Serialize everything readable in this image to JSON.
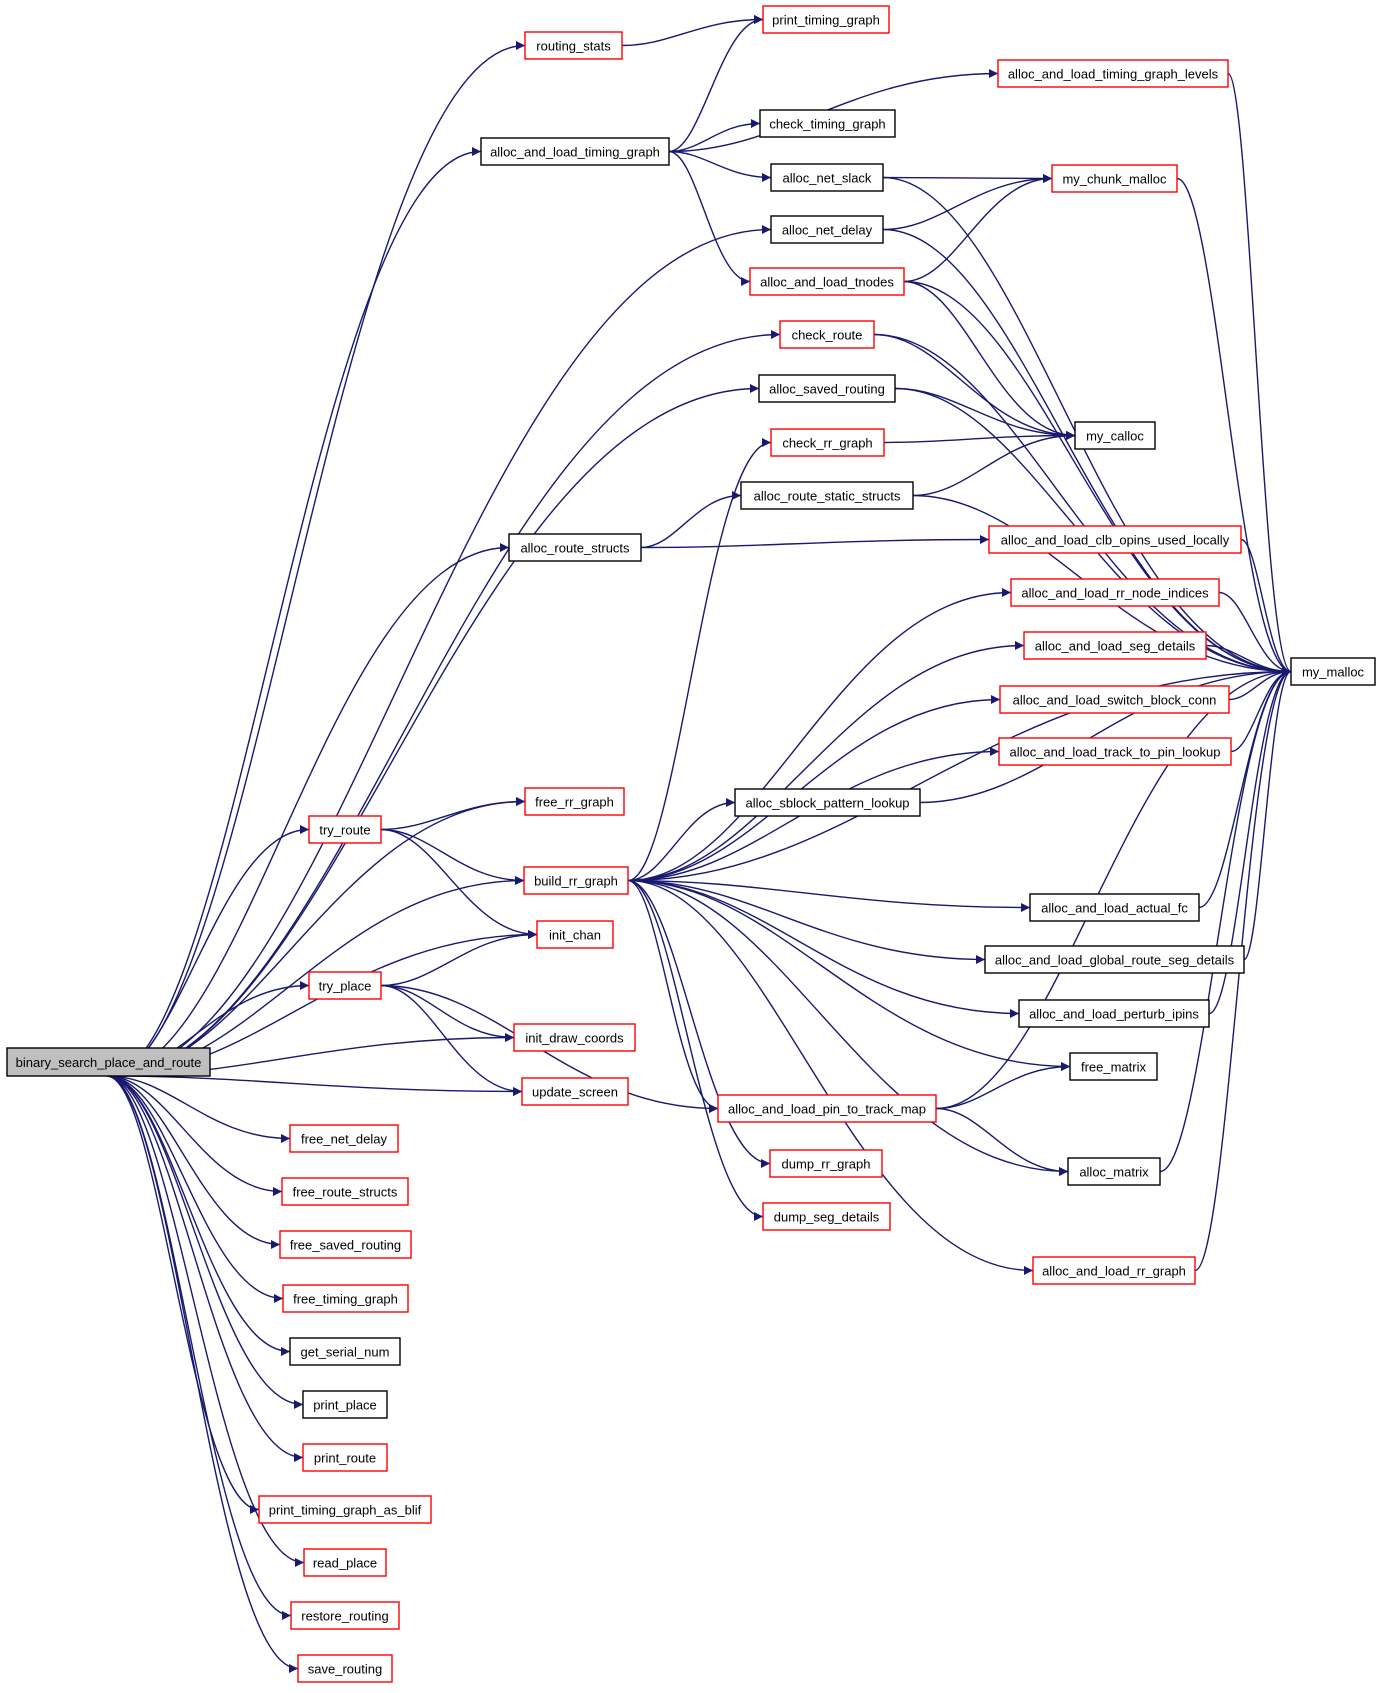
{
  "colors": {
    "edge": "#191970",
    "root_fill": "#bfbfbf",
    "border_documented": "#000000",
    "border_undocumented": "#ff0000",
    "node_fill": "#ffffff"
  },
  "nodes": {
    "binary_search_place_and_route": {
      "label": "binary_search_place_and_route",
      "border": "black",
      "root": true
    },
    "routing_stats": {
      "label": "routing_stats",
      "border": "red"
    },
    "print_timing_graph": {
      "label": "print_timing_graph",
      "border": "red"
    },
    "alloc_and_load_timing_graph": {
      "label": "alloc_and_load_timing_graph",
      "border": "black"
    },
    "alloc_and_load_timing_graph_levels": {
      "label": "alloc_and_load_timing_graph_levels",
      "border": "red"
    },
    "check_timing_graph": {
      "label": "check_timing_graph",
      "border": "black"
    },
    "alloc_net_slack": {
      "label": "alloc_net_slack",
      "border": "black"
    },
    "my_chunk_malloc": {
      "label": "my_chunk_malloc",
      "border": "red"
    },
    "alloc_net_delay": {
      "label": "alloc_net_delay",
      "border": "black"
    },
    "alloc_and_load_tnodes": {
      "label": "alloc_and_load_tnodes",
      "border": "red"
    },
    "check_route": {
      "label": "check_route",
      "border": "red"
    },
    "alloc_saved_routing": {
      "label": "alloc_saved_routing",
      "border": "black"
    },
    "my_calloc": {
      "label": "my_calloc",
      "border": "black"
    },
    "check_rr_graph": {
      "label": "check_rr_graph",
      "border": "red"
    },
    "alloc_route_static_structs": {
      "label": "alloc_route_static_structs",
      "border": "black"
    },
    "alloc_route_structs": {
      "label": "alloc_route_structs",
      "border": "black"
    },
    "alloc_and_load_clb_opins_used_locally": {
      "label": "alloc_and_load_clb_opins_used_locally",
      "border": "red"
    },
    "alloc_and_load_rr_node_indices": {
      "label": "alloc_and_load_rr_node_indices",
      "border": "red"
    },
    "alloc_and_load_seg_details": {
      "label": "alloc_and_load_seg_details",
      "border": "red"
    },
    "my_malloc": {
      "label": "my_malloc",
      "border": "black"
    },
    "alloc_and_load_switch_block_conn": {
      "label": "alloc_and_load_switch_block_conn",
      "border": "red"
    },
    "alloc_and_load_track_to_pin_lookup": {
      "label": "alloc_and_load_track_to_pin_lookup",
      "border": "red"
    },
    "alloc_sblock_pattern_lookup": {
      "label": "alloc_sblock_pattern_lookup",
      "border": "black"
    },
    "free_rr_graph": {
      "label": "free_rr_graph",
      "border": "red"
    },
    "try_route": {
      "label": "try_route",
      "border": "red"
    },
    "build_rr_graph": {
      "label": "build_rr_graph",
      "border": "red"
    },
    "init_chan": {
      "label": "init_chan",
      "border": "red"
    },
    "alloc_and_load_actual_fc": {
      "label": "alloc_and_load_actual_fc",
      "border": "black"
    },
    "alloc_and_load_global_route_seg_details": {
      "label": "alloc_and_load_global_route_seg_details",
      "border": "black"
    },
    "try_place": {
      "label": "try_place",
      "border": "red"
    },
    "alloc_and_load_perturb_ipins": {
      "label": "alloc_and_load_perturb_ipins",
      "border": "black"
    },
    "init_draw_coords": {
      "label": "init_draw_coords",
      "border": "red"
    },
    "update_screen": {
      "label": "update_screen",
      "border": "red"
    },
    "free_matrix": {
      "label": "free_matrix",
      "border": "black"
    },
    "alloc_and_load_pin_to_track_map": {
      "label": "alloc_and_load_pin_to_track_map",
      "border": "red"
    },
    "free_net_delay": {
      "label": "free_net_delay",
      "border": "red"
    },
    "dump_rr_graph": {
      "label": "dump_rr_graph",
      "border": "red"
    },
    "alloc_matrix": {
      "label": "alloc_matrix",
      "border": "black"
    },
    "free_route_structs": {
      "label": "free_route_structs",
      "border": "red"
    },
    "dump_seg_details": {
      "label": "dump_seg_details",
      "border": "red"
    },
    "free_saved_routing": {
      "label": "free_saved_routing",
      "border": "red"
    },
    "alloc_and_load_rr_graph": {
      "label": "alloc_and_load_rr_graph",
      "border": "red"
    },
    "free_timing_graph": {
      "label": "free_timing_graph",
      "border": "red"
    },
    "get_serial_num": {
      "label": "get_serial_num",
      "border": "black"
    },
    "print_place": {
      "label": "print_place",
      "border": "black"
    },
    "print_route": {
      "label": "print_route",
      "border": "red"
    },
    "print_timing_graph_as_blif": {
      "label": "print_timing_graph_as_blif",
      "border": "red"
    },
    "read_place": {
      "label": "read_place",
      "border": "red"
    },
    "restore_routing": {
      "label": "restore_routing",
      "border": "red"
    },
    "save_routing": {
      "label": "save_routing",
      "border": "red"
    }
  },
  "edges": [
    [
      "binary_search_place_and_route",
      "routing_stats"
    ],
    [
      "binary_search_place_and_route",
      "alloc_and_load_timing_graph"
    ],
    [
      "binary_search_place_and_route",
      "alloc_net_delay"
    ],
    [
      "binary_search_place_and_route",
      "check_route"
    ],
    [
      "binary_search_place_and_route",
      "alloc_saved_routing"
    ],
    [
      "binary_search_place_and_route",
      "alloc_route_structs"
    ],
    [
      "binary_search_place_and_route",
      "free_rr_graph"
    ],
    [
      "binary_search_place_and_route",
      "try_route"
    ],
    [
      "binary_search_place_and_route",
      "build_rr_graph"
    ],
    [
      "binary_search_place_and_route",
      "init_chan"
    ],
    [
      "binary_search_place_and_route",
      "try_place"
    ],
    [
      "binary_search_place_and_route",
      "init_draw_coords"
    ],
    [
      "binary_search_place_and_route",
      "update_screen"
    ],
    [
      "binary_search_place_and_route",
      "free_net_delay"
    ],
    [
      "binary_search_place_and_route",
      "free_route_structs"
    ],
    [
      "binary_search_place_and_route",
      "free_saved_routing"
    ],
    [
      "binary_search_place_and_route",
      "free_timing_graph"
    ],
    [
      "binary_search_place_and_route",
      "get_serial_num"
    ],
    [
      "binary_search_place_and_route",
      "print_place"
    ],
    [
      "binary_search_place_and_route",
      "print_route"
    ],
    [
      "binary_search_place_and_route",
      "print_timing_graph_as_blif"
    ],
    [
      "binary_search_place_and_route",
      "read_place"
    ],
    [
      "binary_search_place_and_route",
      "restore_routing"
    ],
    [
      "binary_search_place_and_route",
      "save_routing"
    ],
    [
      "routing_stats",
      "print_timing_graph"
    ],
    [
      "alloc_and_load_timing_graph",
      "print_timing_graph"
    ],
    [
      "alloc_and_load_timing_graph",
      "alloc_and_load_timing_graph_levels"
    ],
    [
      "alloc_and_load_timing_graph",
      "check_timing_graph"
    ],
    [
      "alloc_and_load_timing_graph",
      "alloc_net_slack"
    ],
    [
      "alloc_and_load_timing_graph",
      "alloc_and_load_tnodes"
    ],
    [
      "alloc_and_load_timing_graph_levels",
      "my_malloc"
    ],
    [
      "alloc_net_slack",
      "my_chunk_malloc"
    ],
    [
      "alloc_net_slack",
      "my_malloc"
    ],
    [
      "my_chunk_malloc",
      "my_malloc"
    ],
    [
      "alloc_net_delay",
      "my_chunk_malloc"
    ],
    [
      "alloc_net_delay",
      "my_malloc"
    ],
    [
      "alloc_and_load_tnodes",
      "my_chunk_malloc"
    ],
    [
      "alloc_and_load_tnodes",
      "my_calloc"
    ],
    [
      "alloc_and_load_tnodes",
      "my_malloc"
    ],
    [
      "check_route",
      "my_calloc"
    ],
    [
      "check_route",
      "my_malloc"
    ],
    [
      "alloc_saved_routing",
      "my_calloc"
    ],
    [
      "alloc_saved_routing",
      "my_malloc"
    ],
    [
      "check_rr_graph",
      "my_calloc"
    ],
    [
      "alloc_route_static_structs",
      "my_calloc"
    ],
    [
      "alloc_route_static_structs",
      "my_malloc"
    ],
    [
      "alloc_route_structs",
      "alloc_route_static_structs"
    ],
    [
      "alloc_route_structs",
      "alloc_and_load_clb_opins_used_locally"
    ],
    [
      "alloc_and_load_clb_opins_used_locally",
      "my_malloc"
    ],
    [
      "alloc_and_load_rr_node_indices",
      "my_malloc"
    ],
    [
      "alloc_and_load_seg_details",
      "my_malloc"
    ],
    [
      "alloc_and_load_switch_block_conn",
      "my_malloc"
    ],
    [
      "alloc_and_load_track_to_pin_lookup",
      "my_malloc"
    ],
    [
      "alloc_sblock_pattern_lookup",
      "my_malloc"
    ],
    [
      "try_route",
      "free_rr_graph"
    ],
    [
      "try_route",
      "build_rr_graph"
    ],
    [
      "try_route",
      "init_chan"
    ],
    [
      "build_rr_graph",
      "check_rr_graph"
    ],
    [
      "build_rr_graph",
      "alloc_and_load_rr_node_indices"
    ],
    [
      "build_rr_graph",
      "alloc_and_load_seg_details"
    ],
    [
      "build_rr_graph",
      "alloc_and_load_switch_block_conn"
    ],
    [
      "build_rr_graph",
      "alloc_and_load_track_to_pin_lookup"
    ],
    [
      "build_rr_graph",
      "alloc_sblock_pattern_lookup"
    ],
    [
      "build_rr_graph",
      "my_malloc"
    ],
    [
      "build_rr_graph",
      "alloc_and_load_actual_fc"
    ],
    [
      "build_rr_graph",
      "alloc_and_load_global_route_seg_details"
    ],
    [
      "build_rr_graph",
      "alloc_and_load_perturb_ipins"
    ],
    [
      "build_rr_graph",
      "free_matrix"
    ],
    [
      "build_rr_graph",
      "alloc_and_load_pin_to_track_map"
    ],
    [
      "build_rr_graph",
      "dump_rr_graph"
    ],
    [
      "build_rr_graph",
      "dump_seg_details"
    ],
    [
      "build_rr_graph",
      "alloc_matrix"
    ],
    [
      "build_rr_graph",
      "alloc_and_load_rr_graph"
    ],
    [
      "alloc_and_load_actual_fc",
      "my_malloc"
    ],
    [
      "alloc_and_load_global_route_seg_details",
      "my_malloc"
    ],
    [
      "alloc_and_load_perturb_ipins",
      "my_malloc"
    ],
    [
      "alloc_and_load_pin_to_track_map",
      "free_matrix"
    ],
    [
      "alloc_and_load_pin_to_track_map",
      "alloc_matrix"
    ],
    [
      "alloc_and_load_pin_to_track_map",
      "my_malloc"
    ],
    [
      "alloc_matrix",
      "my_malloc"
    ],
    [
      "alloc_and_load_rr_graph",
      "my_malloc"
    ],
    [
      "try_place",
      "init_chan"
    ],
    [
      "try_place",
      "init_draw_coords"
    ],
    [
      "try_place",
      "update_screen"
    ],
    [
      "try_place",
      "alloc_and_load_pin_to_track_map"
    ]
  ]
}
